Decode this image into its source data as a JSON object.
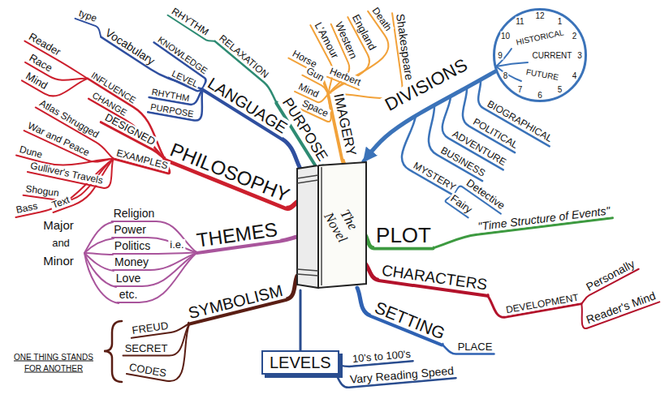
{
  "diagram": {
    "nodes": [
      {
        "text": [
          "The Novel"
        ]
      },
      {
        "text": [
          "HISTORICAL",
          "CURRENT",
          "FUTURE",
          "12",
          "1",
          "2",
          "3",
          "4",
          "5",
          "6",
          "7",
          "8",
          "9",
          "10",
          "11"
        ]
      },
      {
        "text": [
          "LEVELS"
        ]
      }
    ],
    "edges": [
      {
        "from": 1,
        "to": 0,
        "arrow": "to"
      },
      {
        "from": 0,
        "to": 2,
        "arrow": "none"
      }
    ],
    "labels": [
      "PHILOSOPHY",
      "DESIGNED",
      "INFLUENCE",
      "CHANGE",
      "Reader",
      "Race",
      "Mind",
      "EXAMPLES",
      "Atlas Shrugged",
      "War and Peace",
      "Dune",
      "Gulliver's Travels",
      "Shogun",
      "Bass",
      "Text",
      "LANGUAGE",
      "KNOWLEDGE",
      "LEVEL",
      "RHYTHM",
      "PURPOSE",
      "Vocabulary",
      "type",
      "PURPOSE",
      "RELAXATION",
      "RHYTHM",
      "IMAGERY",
      "Shakespeare",
      "Death",
      "England",
      "Western",
      "L'Amour",
      "Horse",
      "Gun",
      "Herbert",
      "Mind",
      "Space",
      "DIVISIONS",
      "BIOGRAPHICAL",
      "POLITICAL",
      "ADVENTURE",
      "BUSINESS",
      "MYSTERY",
      "Detective",
      "Fairy",
      "PLOT",
      "\"Time Structure of Events\"",
      "CHARACTERS",
      "DEVELOPMENT",
      "Personally",
      "Reader's Mind",
      "SETTING",
      "PLACE",
      "10's to 100's",
      "Vary Reading Speed",
      "i.e.",
      "THEMES",
      "Religion",
      "Power",
      "Politics",
      "Money",
      "Love",
      "etc.",
      "Major",
      "and",
      "Minor",
      "SYMBOLISM",
      "FREUD",
      "SECRET",
      "CODES",
      "ONE THING STANDS FOR ANOTHER"
    ]
  }
}
